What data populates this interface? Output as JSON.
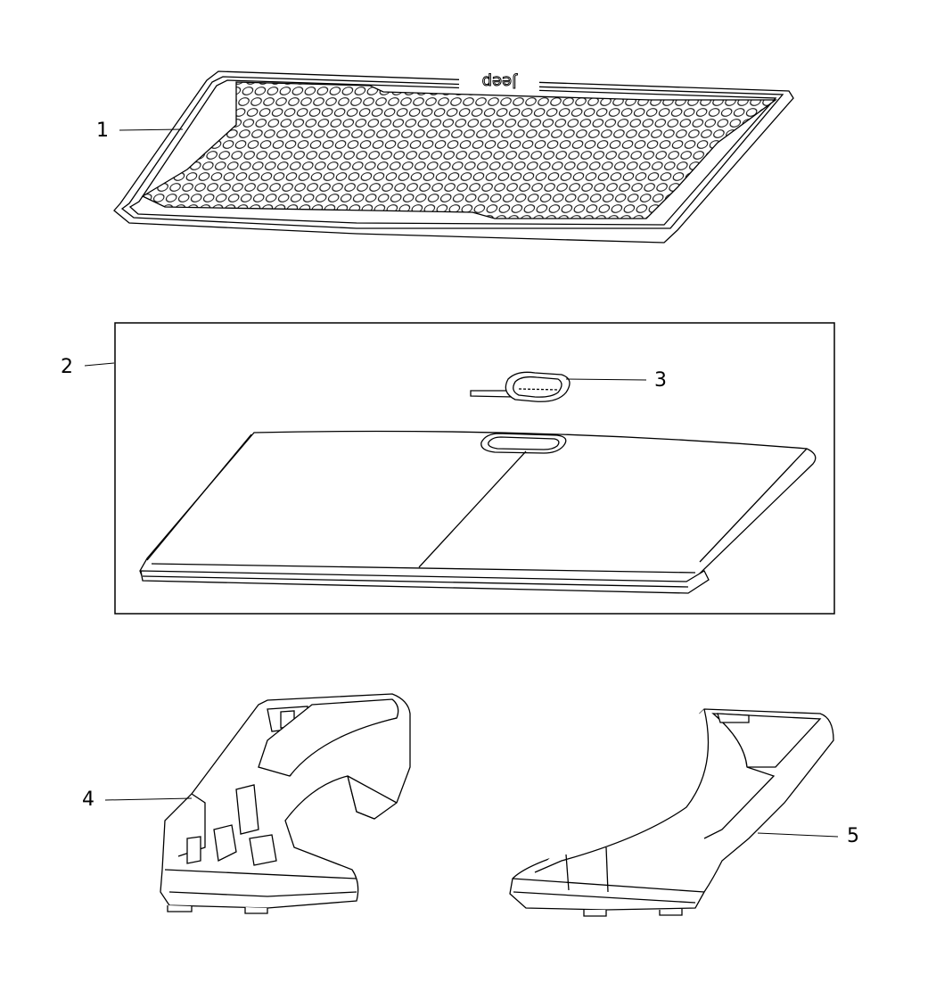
{
  "diagram": {
    "callouts": [
      {
        "number": "1",
        "part": "cargo-mat"
      },
      {
        "number": "2",
        "part": "cargo-cover-assembly"
      },
      {
        "number": "3",
        "part": "handle"
      },
      {
        "number": "4",
        "part": "left-support-bracket"
      },
      {
        "number": "5",
        "part": "right-support-bracket"
      }
    ],
    "logo_text": "Jeep",
    "colors": {
      "line": "#000000",
      "background": "#ffffff"
    }
  }
}
